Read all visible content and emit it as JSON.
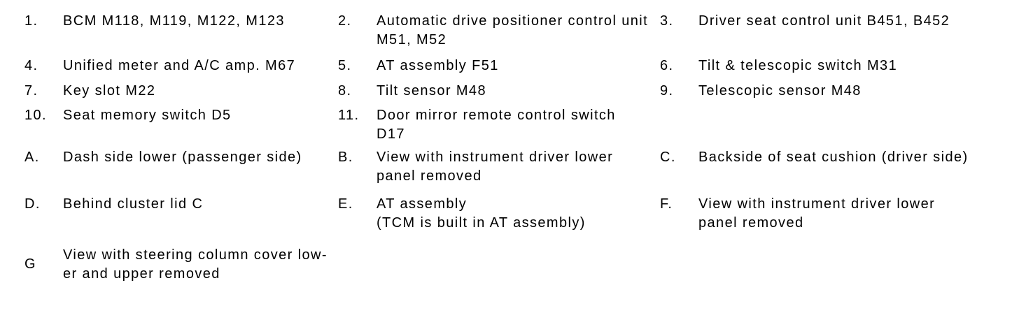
{
  "page": {
    "kind": "component-location-index",
    "background": "#ffffff",
    "text_color": "#000000"
  },
  "items": {
    "1": {
      "label": "1.",
      "line1": "BCM M118, M119, M122, M123"
    },
    "2": {
      "label": "2.",
      "line1": "Automatic drive positioner control unit",
      "line2": "M51, M52"
    },
    "3": {
      "label": "3.",
      "line1": "Driver seat control unit B451, B452"
    },
    "4": {
      "label": "4.",
      "line1": "Unified meter and A/C amp. M67"
    },
    "5": {
      "label": "5.",
      "line1": "AT assembly F51"
    },
    "6": {
      "label": "6.",
      "line1": "Tilt & telescopic switch M31"
    },
    "7": {
      "label": "7.",
      "line1": "Key slot M22"
    },
    "8": {
      "label": "8.",
      "line1": "Tilt sensor M48"
    },
    "9": {
      "label": "9.",
      "line1": "Telescopic sensor M48"
    },
    "10": {
      "label": "10.",
      "line1": "Seat memory switch D5"
    },
    "11": {
      "label": "11.",
      "line1": "Door mirror remote control switch",
      "line2": "D17"
    },
    "A": {
      "label": "A.",
      "line1": "Dash side lower (passenger side)"
    },
    "B": {
      "label": "B.",
      "line1": "View with instrument driver lower",
      "line2": "panel removed"
    },
    "C": {
      "label": "C.",
      "line1": "Backside of seat cushion (driver side)"
    },
    "D": {
      "label": "D.",
      "line1": "Behind cluster lid C"
    },
    "E": {
      "label": "E.",
      "line1": "AT assembly",
      "line2": "(TCM is built in AT assembly)"
    },
    "F": {
      "label": "F.",
      "line1": "View with instrument driver lower",
      "line2": "panel removed"
    },
    "G": {
      "label": "G",
      "line1": "View with steering column cover low-",
      "line2": "er and upper removed"
    }
  }
}
